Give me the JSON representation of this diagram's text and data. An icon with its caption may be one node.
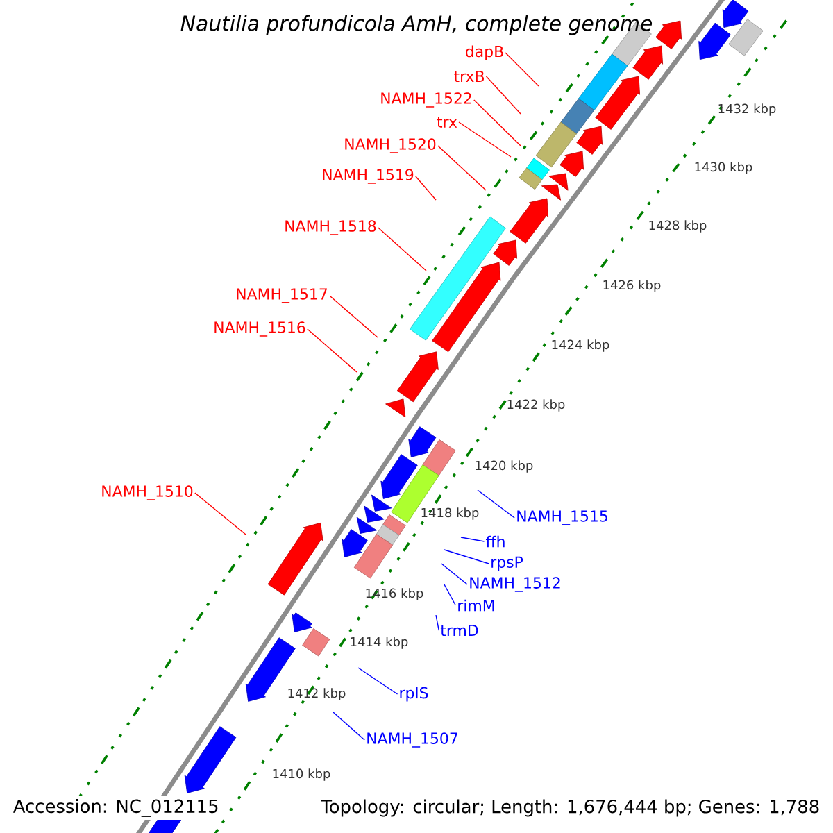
{
  "diagram": {
    "title": "Nautilia profundicola AmH, complete genome",
    "nodes": [
      {
        "text": [
          "dapB"
        ]
      },
      {
        "text": [
          "trxB"
        ]
      },
      {
        "text": [
          "NAMH_1522"
        ]
      },
      {
        "text": [
          "trx"
        ]
      },
      {
        "text": [
          "NAMH_1520"
        ]
      },
      {
        "text": [
          "NAMH_1519"
        ]
      },
      {
        "text": [
          "NAMH_1518"
        ]
      },
      {
        "text": [
          "NAMH_1517"
        ]
      },
      {
        "text": [
          "NAMH_1516"
        ]
      },
      {
        "text": [
          "NAMH_1510"
        ]
      },
      {
        "text": [
          "NAMH_1515"
        ]
      },
      {
        "text": [
          "ffh"
        ]
      },
      {
        "text": [
          "rpsP"
        ]
      },
      {
        "text": [
          "NAMH_1512"
        ]
      },
      {
        "text": [
          "rimM"
        ]
      },
      {
        "text": [
          "trmD"
        ]
      },
      {
        "text": [
          "rplS"
        ]
      },
      {
        "text": [
          "NAMH_1507"
        ]
      }
    ],
    "edges": [
      {
        "from": 0,
        "to": null,
        "arrow": "none"
      },
      {
        "from": 1,
        "to": null,
        "arrow": "none"
      },
      {
        "from": 2,
        "to": null,
        "arrow": "none"
      },
      {
        "from": 3,
        "to": null,
        "arrow": "none"
      },
      {
        "from": 4,
        "to": null,
        "arrow": "none"
      },
      {
        "from": 5,
        "to": null,
        "arrow": "none"
      },
      {
        "from": 6,
        "to": null,
        "arrow": "none"
      },
      {
        "from": 7,
        "to": null,
        "arrow": "none"
      },
      {
        "from": 8,
        "to": null,
        "arrow": "none"
      },
      {
        "from": 9,
        "to": null,
        "arrow": "none"
      },
      {
        "from": 10,
        "to": null,
        "arrow": "none",
        "color": "#0000ff"
      },
      {
        "from": 11,
        "to": null,
        "arrow": "none",
        "color": "#0000ff"
      },
      {
        "from": 12,
        "to": null,
        "arrow": "none",
        "color": "#0000ff"
      },
      {
        "from": 13,
        "to": null,
        "arrow": "none",
        "color": "#0000ff"
      },
      {
        "from": 14,
        "to": null,
        "arrow": "none",
        "color": "#0000ff"
      },
      {
        "from": 15,
        "to": null,
        "arrow": "none",
        "color": "#0000ff"
      },
      {
        "from": 16,
        "to": null,
        "arrow": "none",
        "color": "#0000ff"
      },
      {
        "from": 17,
        "to": null,
        "arrow": "none",
        "color": "#0000ff"
      }
    ],
    "labels": [
      "1432 kbp",
      "1430 kbp",
      "1428 kbp",
      "1426 kbp",
      "1424 kbp",
      "1422 kbp",
      "1420 kbp",
      "1418 kbp",
      "1416 kbp",
      "1414 kbp",
      "1412 kbp",
      "1410 kbp",
      "Accession: NC_012115",
      "Topology: circular; Length: 1,676,444 bp; Genes: 1,788"
    ]
  }
}
